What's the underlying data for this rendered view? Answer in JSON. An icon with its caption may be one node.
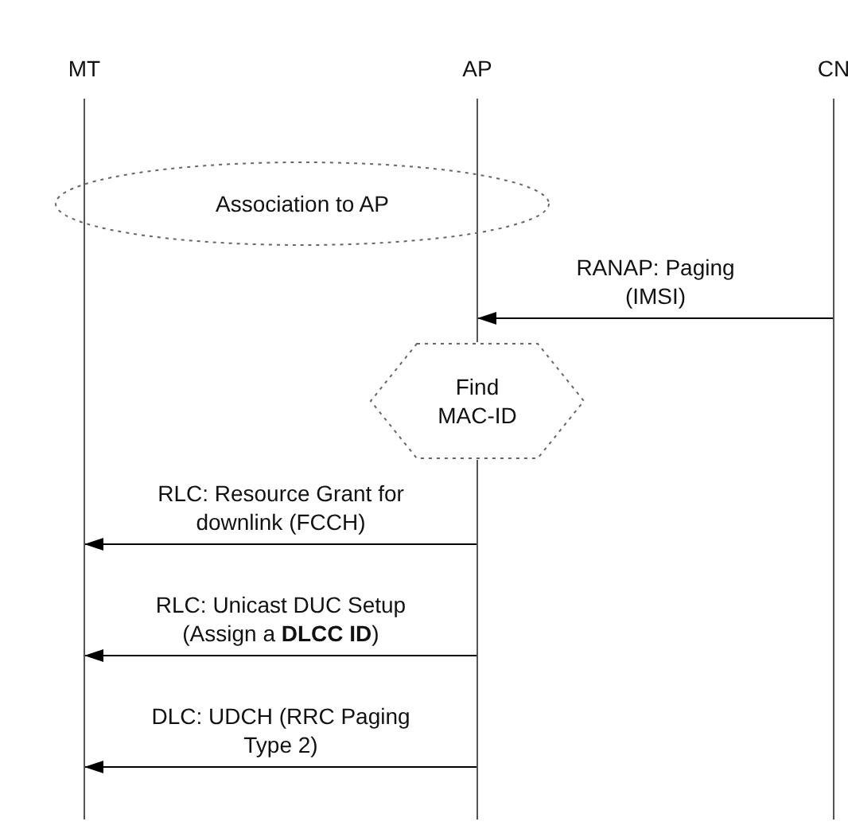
{
  "diagram": {
    "nodes": [
      {
        "text": [
          "MT"
        ]
      },
      {
        "text": [
          "AP"
        ]
      },
      {
        "text": [
          "CN"
        ]
      },
      {
        "text": [
          "Association to AP"
        ]
      },
      {
        "text": [
          "Find MAC-ID"
        ]
      }
    ],
    "edges": [
      {
        "from": 2,
        "to": 1,
        "arrow": "to",
        "label": "RANAP: Paging (IMSI)"
      },
      {
        "from": 1,
        "to": 0,
        "arrow": "to",
        "label": "RLC: Resource Grant for downlink (FCCH)"
      },
      {
        "from": 1,
        "to": 0,
        "arrow": "to",
        "label": "RLC: Unicast DUC Setup (Assign a **DLCC ID**)"
      },
      {
        "from": 1,
        "to": 0,
        "arrow": "to",
        "label": "DLC: UDCH (RRC Paging Type 2)"
      }
    ]
  }
}
